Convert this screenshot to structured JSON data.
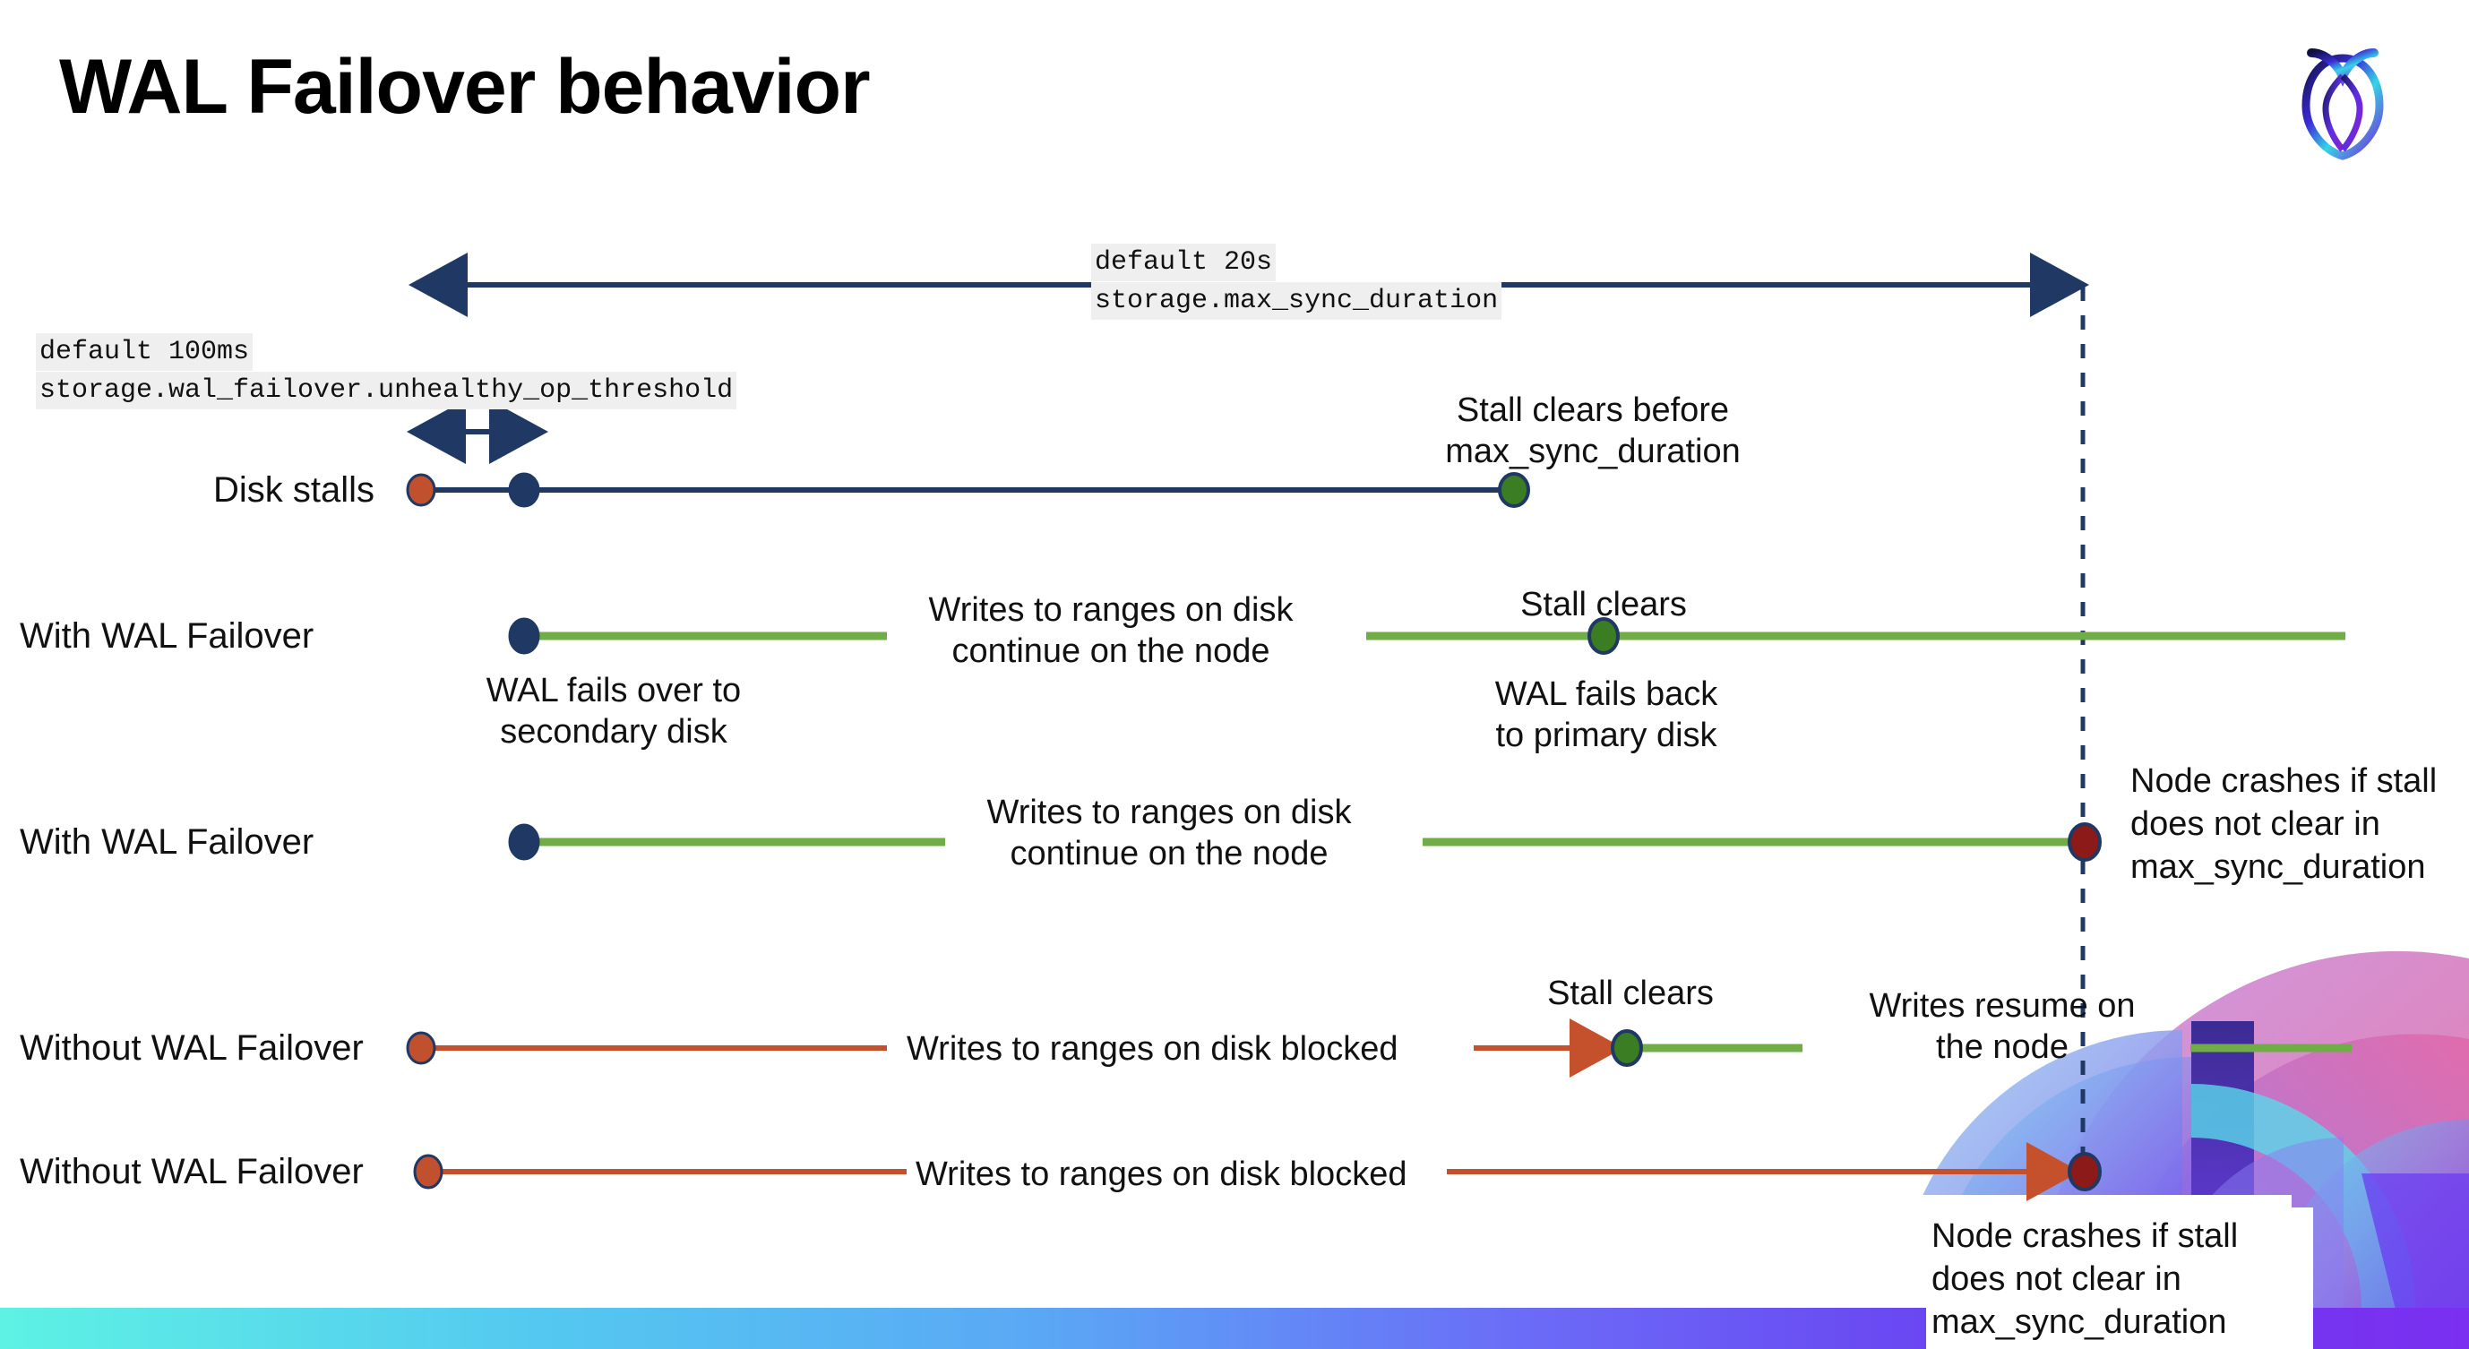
{
  "slide": {
    "title": "WAL Failover behavior",
    "logo_icon": "cockroachdb-logo-icon"
  },
  "colors": {
    "navy": "#1f3864",
    "green_line": "#70ad47",
    "green_dot": "#3a7d22",
    "orange": "#c5502c",
    "orange_dot": "#c0502e",
    "dark_red": "#8b1a18",
    "code_bg": "#efefef",
    "text": "#111111"
  },
  "top_scale": {
    "duration_label_line1": "default 20s",
    "duration_label_line2": "storage.max_sync_duration",
    "threshold_label_line1": "default 100ms",
    "threshold_label_line2": "storage.wal_failover.unhealthy_op_threshold"
  },
  "rows": [
    {
      "id": "disk-stalls",
      "label": "Disk stalls",
      "annotations": [
        {
          "id": "stall-clears-before",
          "text_line1": "Stall clears before",
          "text_line2": "max_sync_duration"
        }
      ]
    },
    {
      "id": "with-wal-failover-clears",
      "label": "With WAL Failover",
      "annotations": [
        {
          "id": "writes-continue",
          "text_line1": "Writes to ranges on disk",
          "text_line2": "continue on the node"
        },
        {
          "id": "stall-clears",
          "text_line1": "Stall clears",
          "text_line2": ""
        },
        {
          "id": "wal-fails-over",
          "text_line1": "WAL fails over to",
          "text_line2": "secondary disk"
        },
        {
          "id": "wal-fails-back",
          "text_line1": "WAL fails  back",
          "text_line2": "to primary disk"
        }
      ]
    },
    {
      "id": "with-wal-failover-crash",
      "label": "With WAL Failover",
      "annotations": [
        {
          "id": "writes-continue-2",
          "text_line1": "Writes to ranges on disk",
          "text_line2": "continue on the node"
        },
        {
          "id": "node-crashes-1",
          "text_line1": "Node crashes if stall",
          "text_line2": "does not clear in",
          "text_line3": "max_sync_duration"
        }
      ]
    },
    {
      "id": "without-wal-failover-clears",
      "label": "Without WAL Failover",
      "annotations": [
        {
          "id": "writes-blocked",
          "text_line1": "Writes to ranges on disk  blocked",
          "text_line2": ""
        },
        {
          "id": "stall-clears-2",
          "text_line1": "Stall clears",
          "text_line2": ""
        },
        {
          "id": "writes-resume",
          "text_line1": "Writes resume on",
          "text_line2": "the node"
        }
      ]
    },
    {
      "id": "without-wal-failover-crash",
      "label": "Without WAL Failover",
      "annotations": [
        {
          "id": "writes-blocked-2",
          "text_line1": "Writes to ranges on disk  blocked",
          "text_line2": ""
        },
        {
          "id": "node-crashes-2",
          "text_line1": "Node crashes if stall",
          "text_line2": "does not clear in",
          "text_line3": "max_sync_duration"
        }
      ]
    }
  ]
}
